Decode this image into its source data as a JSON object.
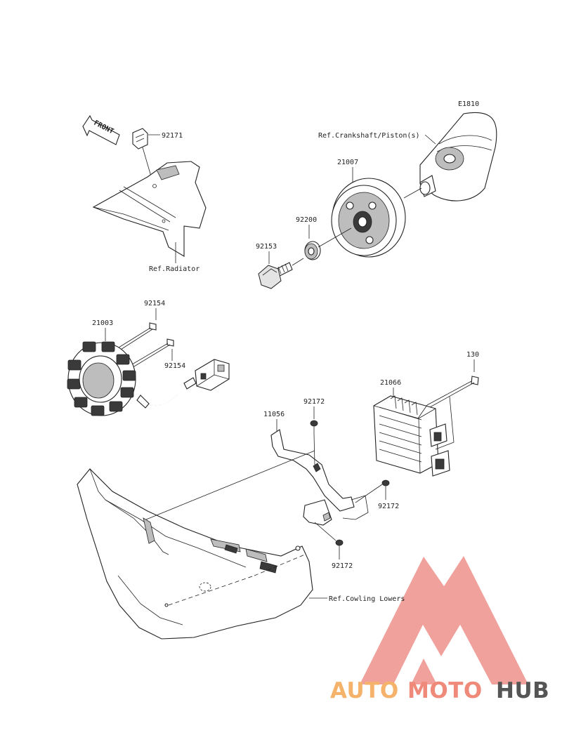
{
  "diagram": {
    "code": "E1810",
    "front_label": "FRONT",
    "parts": {
      "p92171": "92171",
      "p21007": "21007",
      "p92200": "92200",
      "p92153": "92153",
      "p92154a": "92154",
      "p92154b": "92154",
      "p21003": "21003",
      "p21066": "21066",
      "p130": "130",
      "p92172a": "92172",
      "p92172b": "92172",
      "p92172c": "92172",
      "p11056": "11056"
    },
    "refs": {
      "crankshaft": "Ref.Crankshaft/Piston(s)",
      "radiator": "Ref.Radiator",
      "cowling": "Ref.Cowling Lowers"
    }
  },
  "watermark": {
    "part1": "AUTO",
    "part2": "MOTO",
    "part3": "HUB",
    "colors": {
      "auto": "#f5b26b",
      "moto": "#ef8a7a",
      "hub": "#555555",
      "logo": "#ee8a84"
    }
  }
}
